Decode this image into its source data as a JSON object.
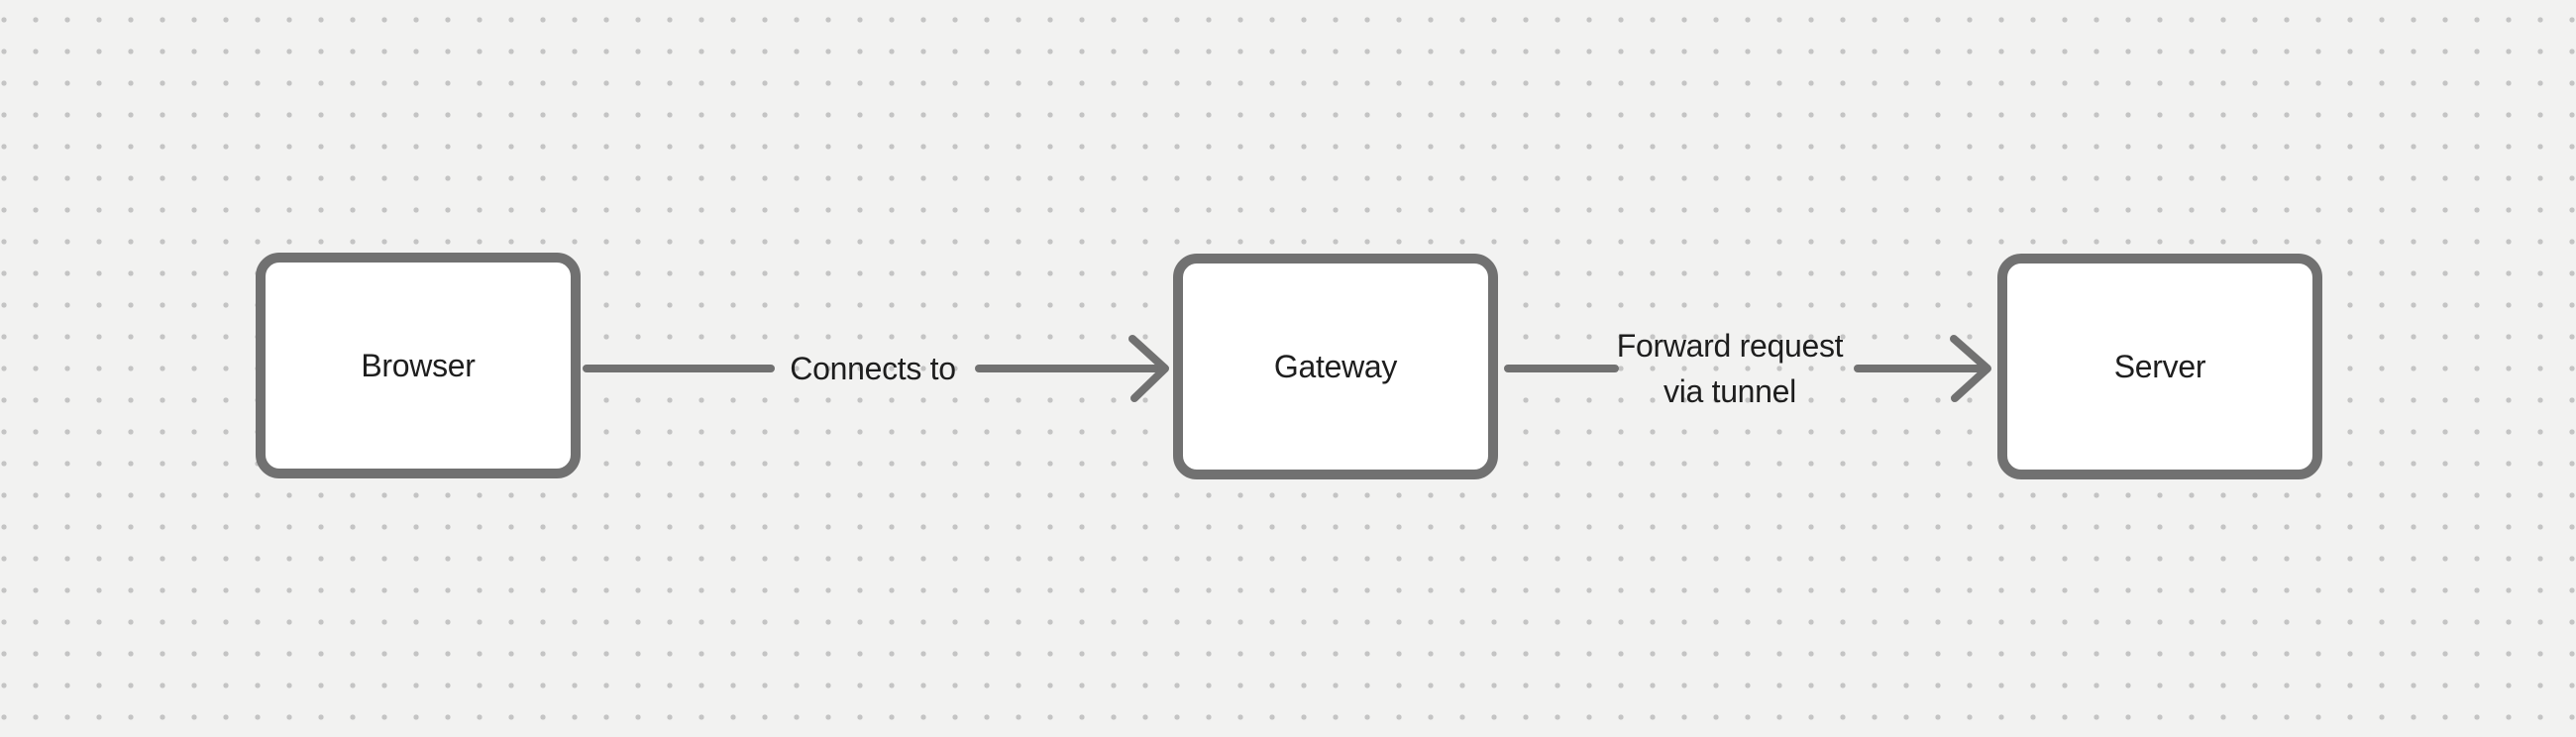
{
  "canvas": {
    "background_color": "#f2f2f1",
    "dot_grid_color": "#c4c4c4",
    "node_fill_color": "#ffffff",
    "stroke_color": "#717171",
    "text_color": "#1e1e1e"
  },
  "diagram": {
    "nodes": [
      {
        "id": "browser",
        "label": "Browser"
      },
      {
        "id": "gateway",
        "label": "Gateway"
      },
      {
        "id": "server",
        "label": "Server"
      }
    ],
    "edges": [
      {
        "from": "browser",
        "to": "gateway",
        "label": "Connects to"
      },
      {
        "from": "gateway",
        "to": "server",
        "label": "Forward request via tunnel",
        "label_line1": "Forward request",
        "label_line2": "via tunnel"
      }
    ]
  }
}
